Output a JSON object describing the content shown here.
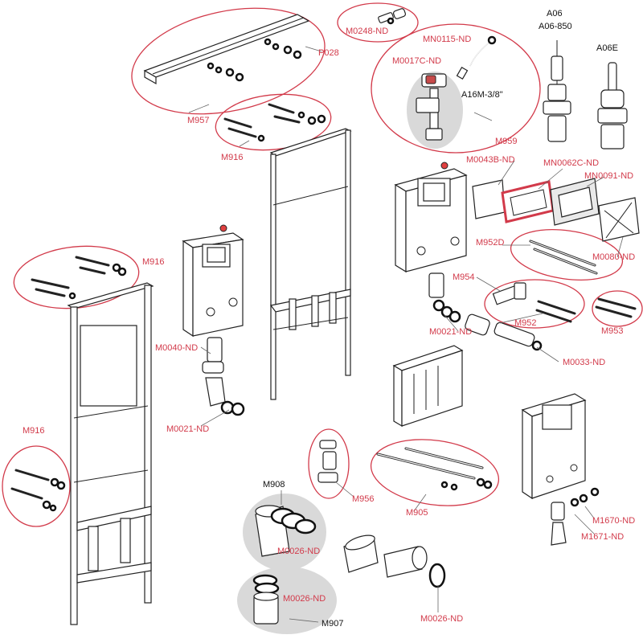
{
  "colors": {
    "label_red": "#d23a4a",
    "label_black": "#111111",
    "callout_fill": "#d9d9d9"
  },
  "labels": {
    "m0248": "M0248-ND",
    "p028": "P028",
    "mn0115": "MN0115-ND",
    "m0017c": "M0017C-ND",
    "a16m": "A16M-3/8\"",
    "m959": "M959",
    "m957": "M957",
    "m916_top": "M916",
    "m916_left": "M916",
    "m916_bottom": "M916",
    "a06": "A06",
    "a06_850": "A06-850",
    "a06e": "A06E",
    "m0043b": "M0043B-ND",
    "mn0062c": "MN0062C-ND",
    "mn0091": "MN0091-ND",
    "m0080": "M0080-ND",
    "m952d": "M952D",
    "m954": "M954",
    "m952": "M952",
    "m953": "M953",
    "m0021_right": "M0021-ND",
    "m0033": "M0033-ND",
    "m0040": "M0040-ND",
    "m0021_left": "M0021-ND",
    "m956": "M956",
    "m905": "M905",
    "m908": "M908",
    "m0026_a": "M0026-ND",
    "m0026_b": "M0026-ND",
    "m0026_c": "M0026-ND",
    "m907": "M907",
    "m1670": "M1670-ND",
    "m1671": "M1671-ND"
  }
}
